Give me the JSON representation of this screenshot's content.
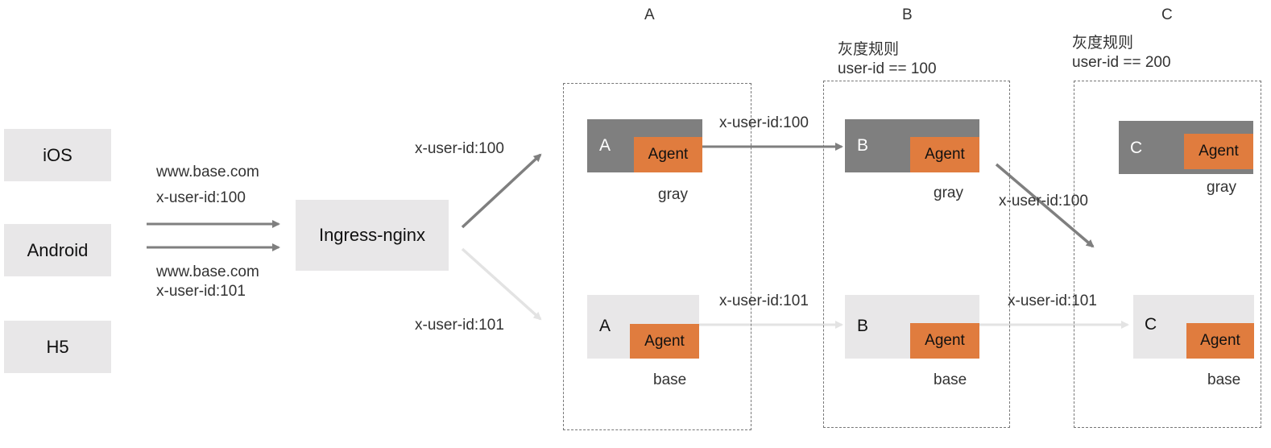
{
  "colors": {
    "gray_service": "#7f7f7f",
    "base_service": "#e8e7e8",
    "agent": "#e07c3e",
    "gray_arrow": "#7f7f7f",
    "base_arrow": "#e3e3e3"
  },
  "clients": {
    "ios": "iOS",
    "android": "Android",
    "h5": "H5"
  },
  "request_labels": {
    "gray": {
      "host": "www.base.com",
      "header": "x-user-id:100"
    },
    "base": {
      "host": "www.base.com",
      "header": "x-user-id:101"
    }
  },
  "ingress": "Ingress-nginx",
  "column_headers": {
    "a": "A",
    "b": "B",
    "c": "C"
  },
  "rules": {
    "b": {
      "title": "灰度规则",
      "expr": "user-id == 100"
    },
    "c": {
      "title": "灰度规则",
      "expr": "user-id == 200"
    }
  },
  "services": {
    "a_gray": {
      "letter": "A",
      "agent": "Agent",
      "env": "gray"
    },
    "b_gray": {
      "letter": "B",
      "agent": "Agent",
      "env": "gray"
    },
    "c_gray": {
      "letter": "C",
      "agent": "Agent",
      "env": "gray"
    },
    "a_base": {
      "letter": "A",
      "agent": "Agent",
      "env": "base"
    },
    "b_base": {
      "letter": "B",
      "agent": "Agent",
      "env": "base"
    },
    "c_base": {
      "letter": "C",
      "agent": "Agent",
      "env": "base"
    }
  },
  "flow_labels": {
    "ingress_to_gray": "x-user-id:100",
    "ingress_to_base": "x-user-id:101",
    "a_to_b_gray": "x-user-id:100",
    "b_to_c_gray": "x-user-id:100",
    "a_to_b_base": "x-user-id:101",
    "b_to_c_base": "x-user-id:101"
  }
}
